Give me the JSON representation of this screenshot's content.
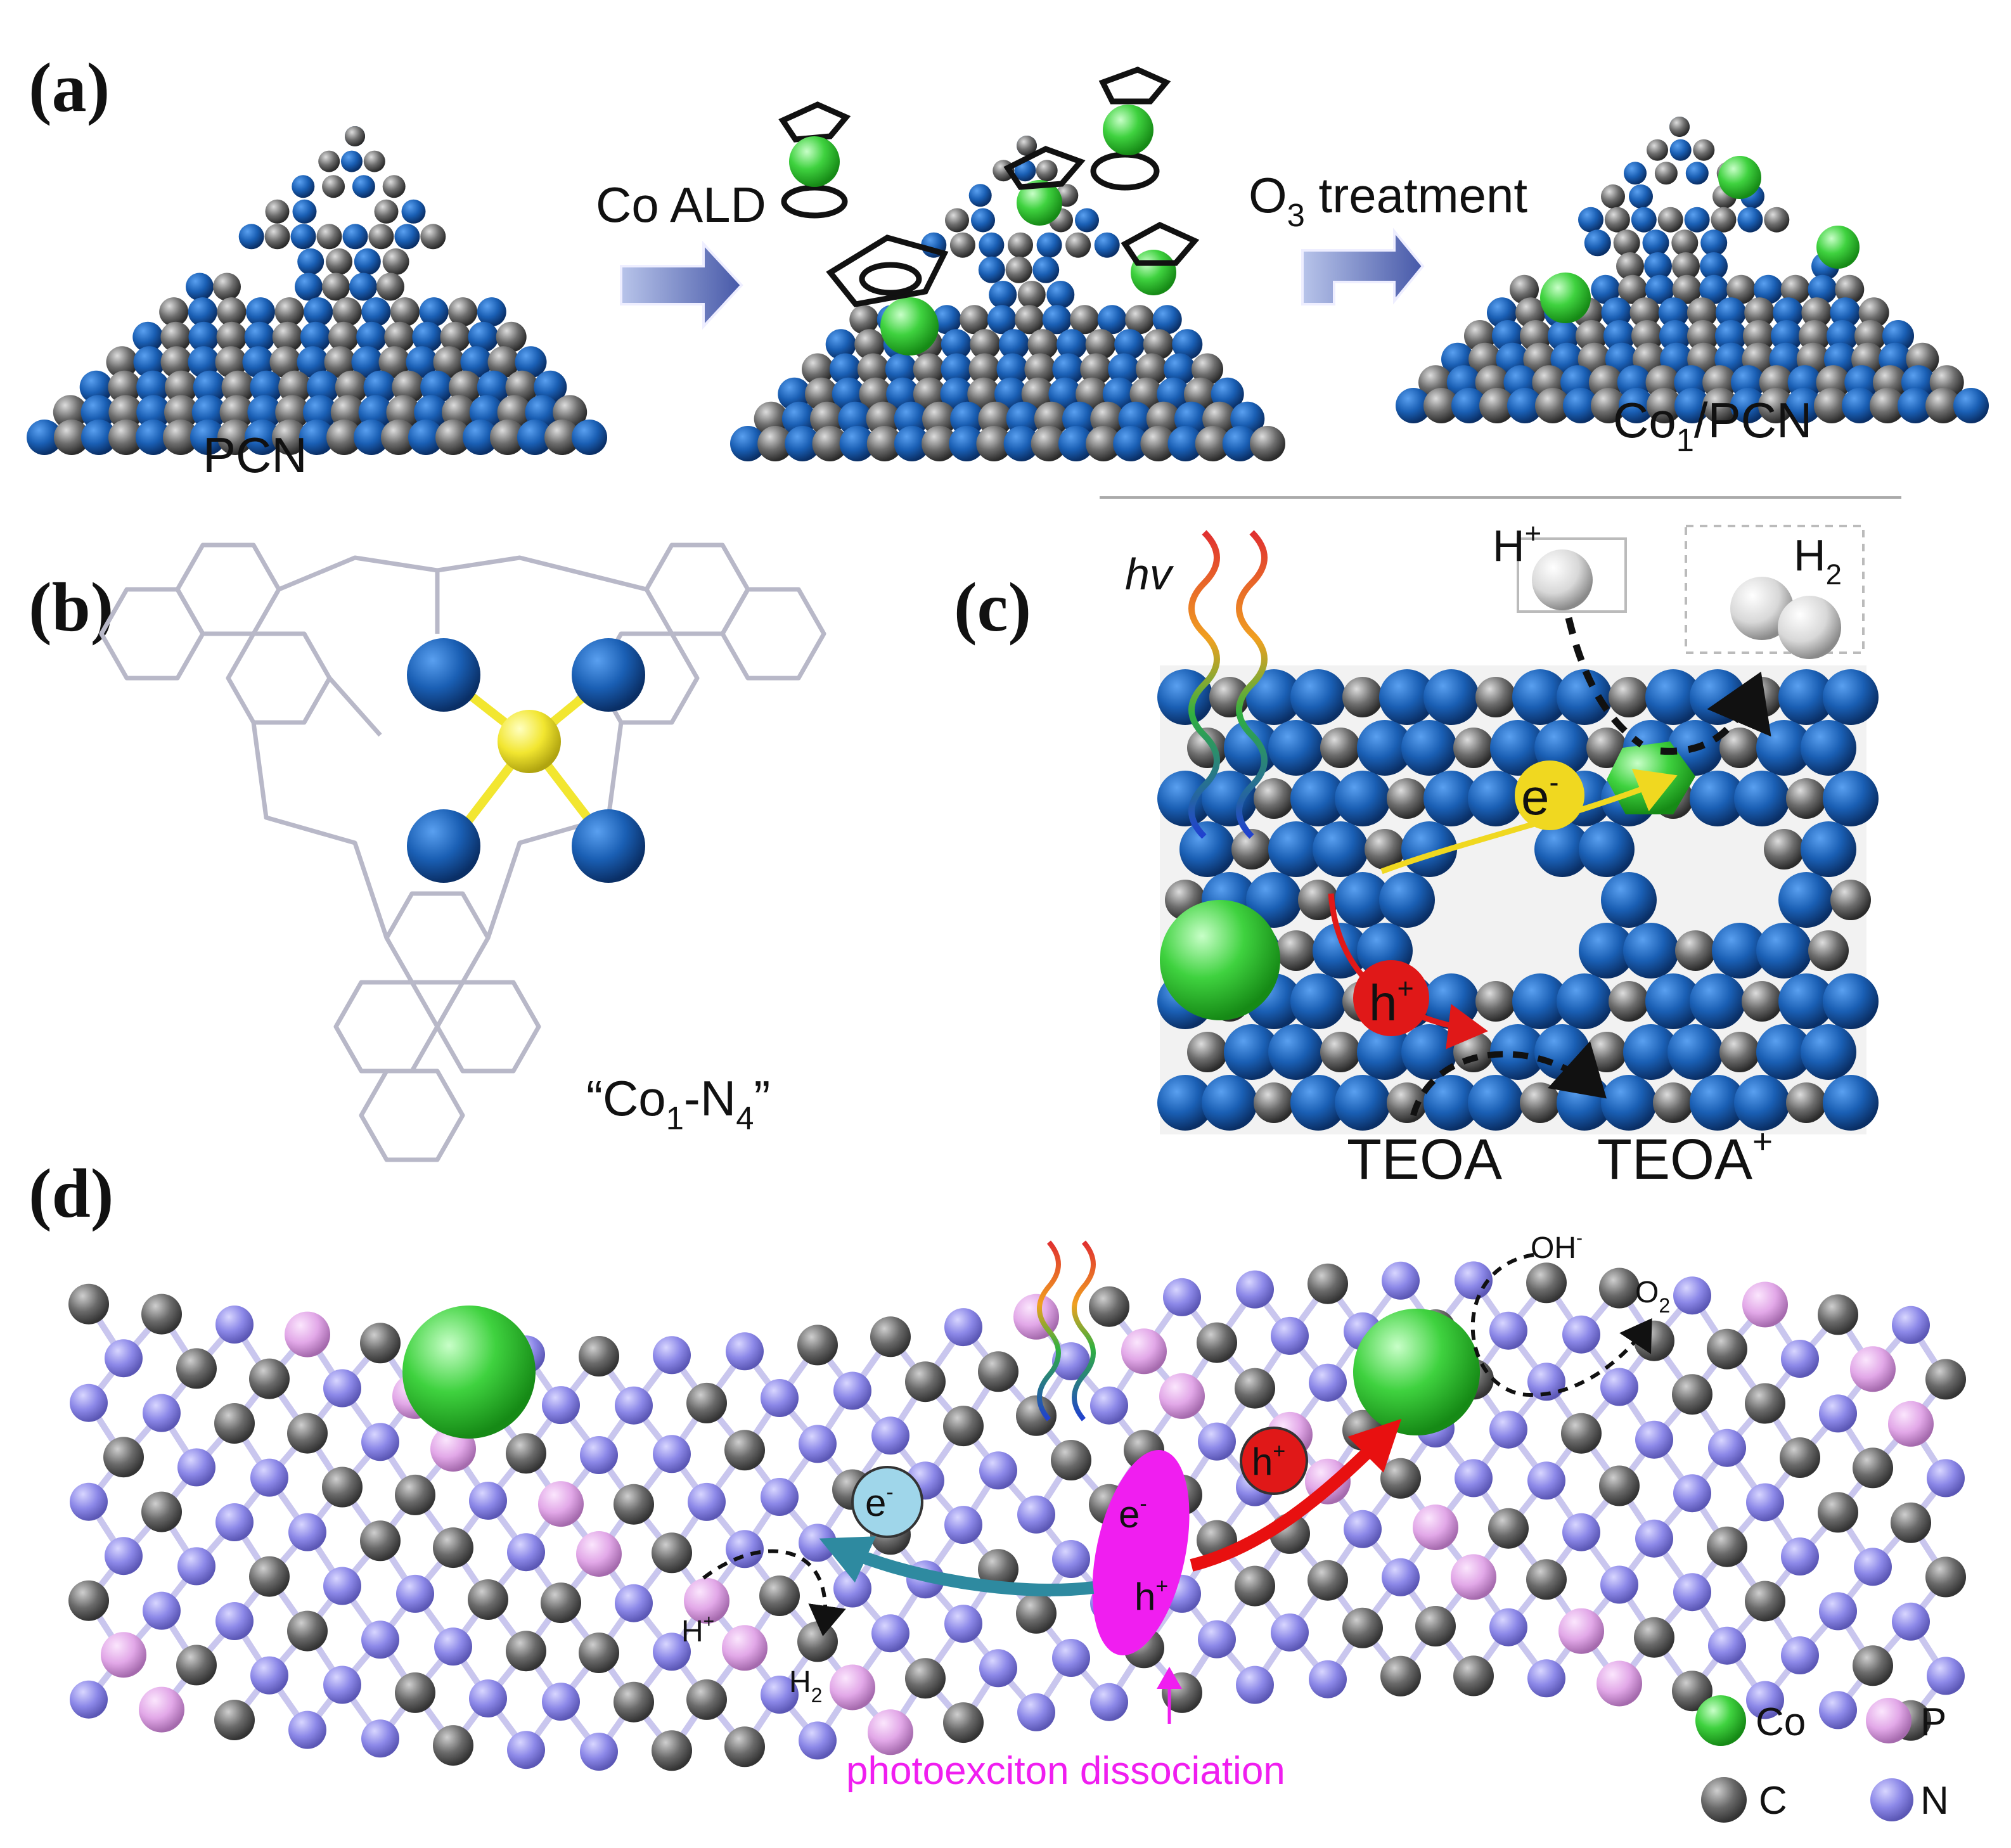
{
  "panels": {
    "a": {
      "label": "(a)",
      "pcn_label": "PCN",
      "step1_label": "Co ALD",
      "step2_label_main": "O",
      "step2_label_sub": "3",
      "step2_label_rest": " treatment",
      "product_label_main": "Co",
      "product_label_sub": "1",
      "product_label_rest": "/PCN"
    },
    "b": {
      "label": "(b)",
      "motif_open": "“Co",
      "motif_sub1": "1",
      "motif_mid": "-N",
      "motif_sub2": "4",
      "motif_close": "”"
    },
    "c": {
      "label": "(c)",
      "hv": "hv",
      "h_plus_main": "H",
      "h_plus_sup": "+",
      "h2_main": "H",
      "h2_sub": "2",
      "electron": "e",
      "electron_sup": "-",
      "hole": "h",
      "hole_sup": "+",
      "teoa": "TEOA",
      "teoa_plus_main": "TEOA",
      "teoa_plus_sup": "+"
    },
    "d": {
      "label": "(d)",
      "oh_main": "OH",
      "oh_sup": "-",
      "o2_main": "O",
      "o2_sub": "2",
      "hplus_main": "H",
      "hplus_sup": "+",
      "h2_main": "H",
      "h2_sub": "2",
      "electron": "e",
      "electron_sup": "-",
      "hole": "h",
      "hole_sup": "+",
      "exciton_e": "e",
      "exciton_e_sup": "-",
      "exciton_h": "h",
      "exciton_h_sup": "+",
      "photoexciton": "photoexciton dissociation"
    }
  },
  "legend": {
    "items": [
      {
        "symbol": "Co",
        "color": "#3fd23f"
      },
      {
        "symbol": "P",
        "color": "#e2a8e8"
      },
      {
        "symbol": "C",
        "color": "#555555"
      },
      {
        "symbol": "N",
        "color": "#8c88e8"
      }
    ]
  },
  "colors": {
    "nitrogen_blue": "#1a5fb4",
    "carbon_grey": "#6d6d6d",
    "cobalt_green": "#3fd23f",
    "phosphorus_pink": "#e2a8e8",
    "nitrogen_lilac": "#8c88e8",
    "arrow_blue": "#5a6fb5",
    "yellow_center": "#f2e630",
    "magenta": "#f01ef0",
    "hole_red": "#e01818",
    "electron_teal": "#2e8aa0"
  }
}
